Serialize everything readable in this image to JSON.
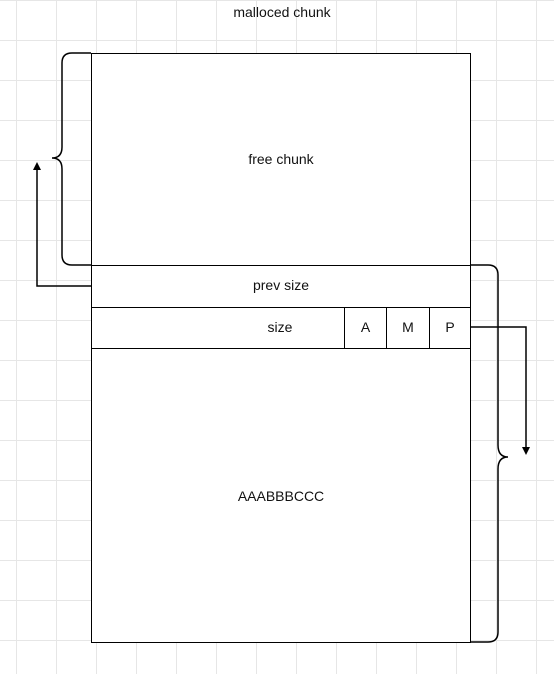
{
  "diagram": {
    "title": "malloced chunk",
    "free_chunk": {
      "label": "free chunk"
    },
    "header": {
      "prev_size_label": "prev size",
      "size_label": "size",
      "flags": [
        {
          "label": "A"
        },
        {
          "label": "M"
        },
        {
          "label": "P"
        }
      ]
    },
    "data_region": {
      "label": "AAABBBCCC"
    },
    "colors": {
      "line": "#000000",
      "grid": "#e6e6e6",
      "background": "#ffffff"
    }
  }
}
